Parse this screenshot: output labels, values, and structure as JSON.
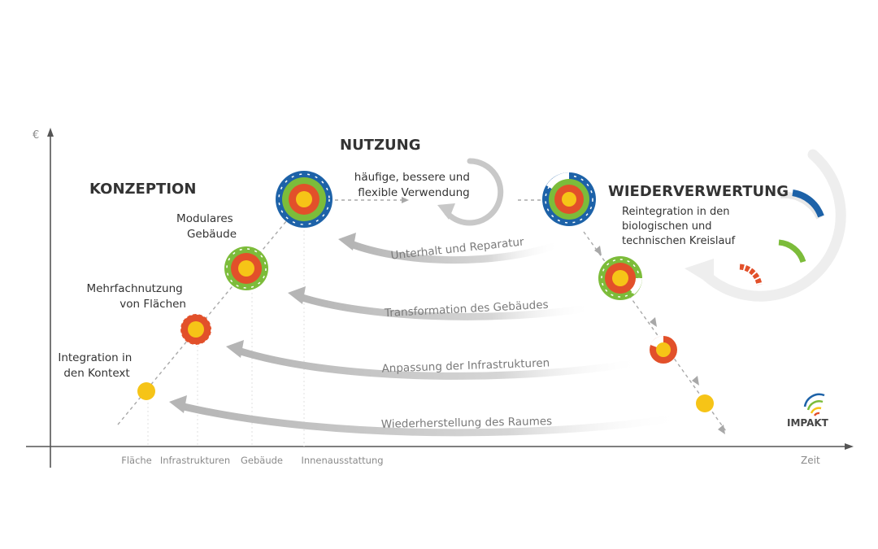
{
  "axes": {
    "y_symbol": "€",
    "x_label": "Zeit"
  },
  "x_ticks": [
    "Fläche",
    "Infrastrukturen",
    "Gebäude",
    "Innenausstattung"
  ],
  "phases": {
    "conception": "KONZEPTION",
    "usage": "NUTZUNG",
    "recycling": "WIEDERVERWERTUNG"
  },
  "stages": [
    {
      "label_lines": [
        "Integration in",
        "den Kontext"
      ]
    },
    {
      "label_lines": [
        "Mehrfachnutzung",
        "von Flächen"
      ]
    },
    {
      "label_lines": [
        "Modulares",
        "Gebäude"
      ]
    }
  ],
  "usage_text": [
    "häufige, bessere und",
    "flexible Verwendung"
  ],
  "recycling_text": [
    "Reintegration in den",
    "biologischen und",
    "technischen Kreislauf"
  ],
  "flows": [
    "Unterhalt und Reparatur",
    "Transformation des Gebäudes",
    "Anpassung der Infrastrukturen",
    "Wiederherstellung des Raumes"
  ],
  "logo": {
    "text": "IMPAKT"
  },
  "colors": {
    "yellow": "#f6c417",
    "red": "#e2502a",
    "green": "#7cbc3a",
    "blue": "#1d62a8",
    "arrow": "#c6c6c6"
  }
}
